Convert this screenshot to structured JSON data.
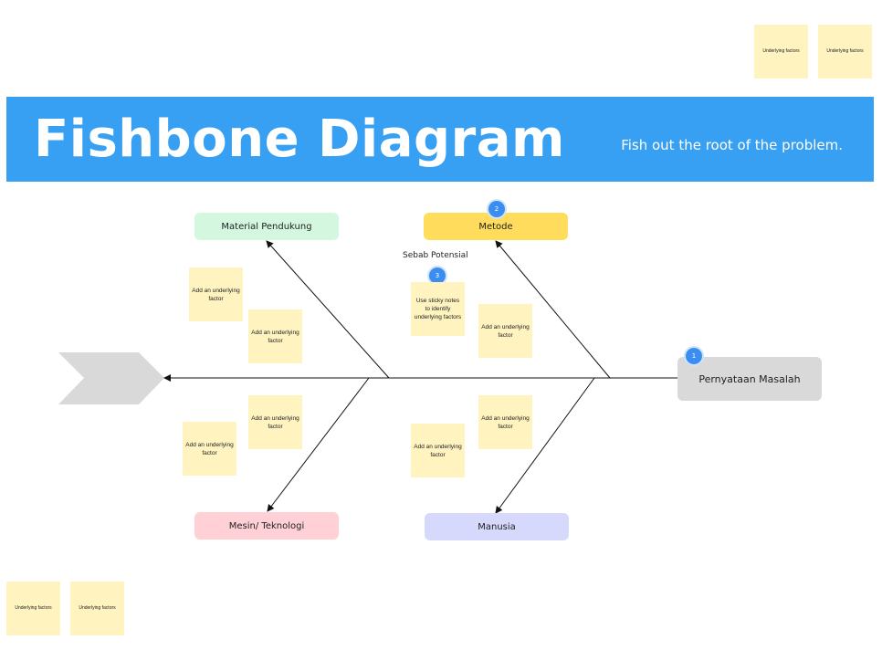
{
  "header": {
    "title": "Fishbone Diagram",
    "subtitle": "Fish out the root of the problem."
  },
  "problem": {
    "label": "Pernyataan Masalah",
    "badge": "1"
  },
  "categories": {
    "material": {
      "label": "Material Pendukung",
      "color": "#d4f8df"
    },
    "metode": {
      "label": "Metode",
      "color": "#ffdc5c",
      "badge": "2"
    },
    "mesin": {
      "label": "Mesin/ Teknologi",
      "color": "#ffd0d5"
    },
    "manusia": {
      "label": "Manusia",
      "color": "#d6d9fb"
    }
  },
  "potential_cause": {
    "label": "Sebab Potensial",
    "badge": "3"
  },
  "stickies": {
    "hint": "Use sticky notes to identify underlying factors",
    "add_factor": "Add an underlying factor",
    "top_right_1": "Underlying factors",
    "top_right_2": "Underlying factors",
    "bottom_left_1": "Underlying factors",
    "bottom_left_2": "Underlying factors"
  },
  "colors": {
    "banner": "#38a0f2",
    "sticky": "#fff3bf",
    "badge": "#3b8ef0",
    "problem_box": "#d9d9d9",
    "fish_tail": "#d9d9d9"
  }
}
